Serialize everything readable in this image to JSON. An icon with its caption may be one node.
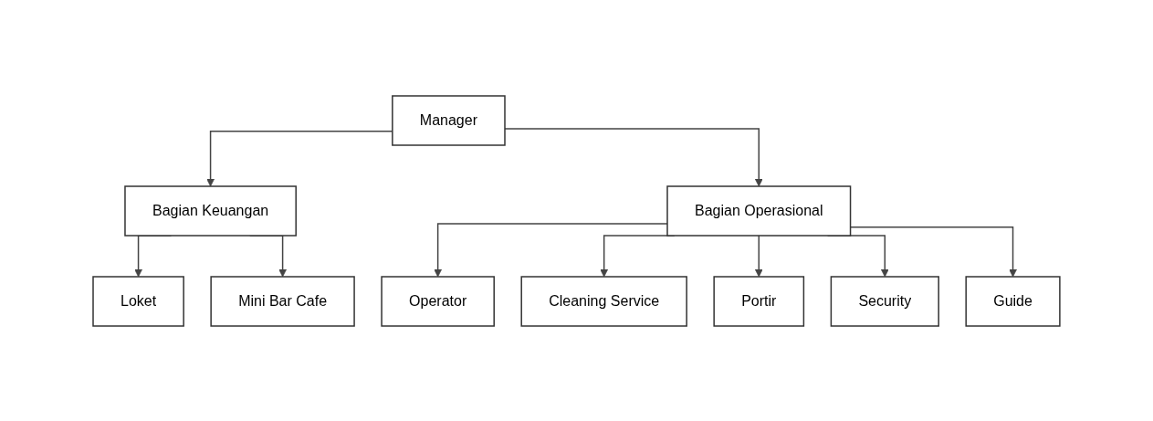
{
  "diagram": {
    "nodes": [
      {
        "text": [
          "Manager"
        ]
      },
      {
        "text": [
          "Bagian Keuangan"
        ]
      },
      {
        "text": [
          "Bagian Operasional"
        ]
      },
      {
        "text": [
          "Loket"
        ]
      },
      {
        "text": [
          "Mini Bar Cafe"
        ]
      },
      {
        "text": [
          "Operator"
        ]
      },
      {
        "text": [
          "Cleaning Service"
        ]
      },
      {
        "text": [
          "Portir"
        ]
      },
      {
        "text": [
          "Security"
        ]
      },
      {
        "text": [
          "Guide"
        ]
      }
    ],
    "edges": [
      {
        "from": 0,
        "to": 1,
        "arrow": "to"
      },
      {
        "from": 0,
        "to": 2,
        "arrow": "to"
      },
      {
        "from": 1,
        "to": 3,
        "arrow": "to"
      },
      {
        "from": 1,
        "to": 4,
        "arrow": "to"
      },
      {
        "from": 2,
        "to": 5,
        "arrow": "to"
      },
      {
        "from": 2,
        "to": 6,
        "arrow": "to"
      },
      {
        "from": 2,
        "to": 7,
        "arrow": "to"
      },
      {
        "from": 2,
        "to": 8,
        "arrow": "to"
      },
      {
        "from": 2,
        "to": 9,
        "arrow": "to"
      }
    ]
  }
}
